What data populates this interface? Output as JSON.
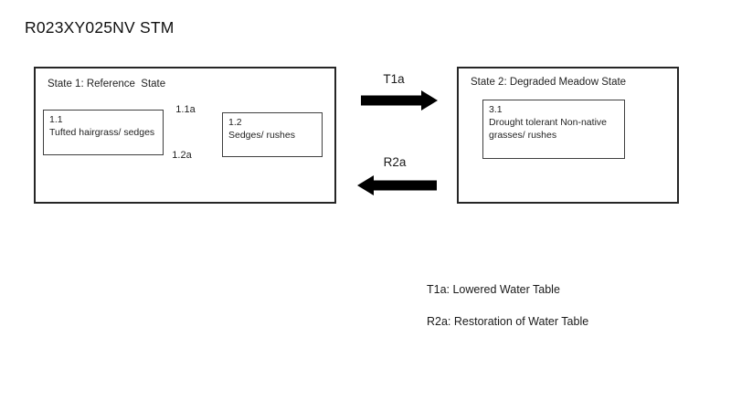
{
  "title": "R023XY025NV STM",
  "diagram": {
    "state1": {
      "label": "State 1: Reference  State",
      "communities": [
        {
          "id": "1.1",
          "name": "Tufted hairgrass/ sedges"
        },
        {
          "id": "1.2",
          "name": "Sedges/ rushes"
        }
      ],
      "pathways": [
        {
          "label": "1.1a",
          "direction": "right"
        },
        {
          "label": "1.2a",
          "direction": "left"
        }
      ]
    },
    "state2": {
      "label": "State 2: Degraded Meadow State",
      "communities": [
        {
          "id": "3.1",
          "name": "Drought tolerant Non-native grasses/ rushes"
        }
      ]
    },
    "transitions": [
      {
        "label": "T1a",
        "direction": "right"
      },
      {
        "label": "R2a",
        "direction": "left"
      }
    ]
  },
  "legend": {
    "lines": [
      "T1a: Lowered Water Table",
      "R2a: Restoration of Water Table"
    ]
  },
  "colors": {
    "ink": "#1a1a1a",
    "background": "#ffffff"
  }
}
